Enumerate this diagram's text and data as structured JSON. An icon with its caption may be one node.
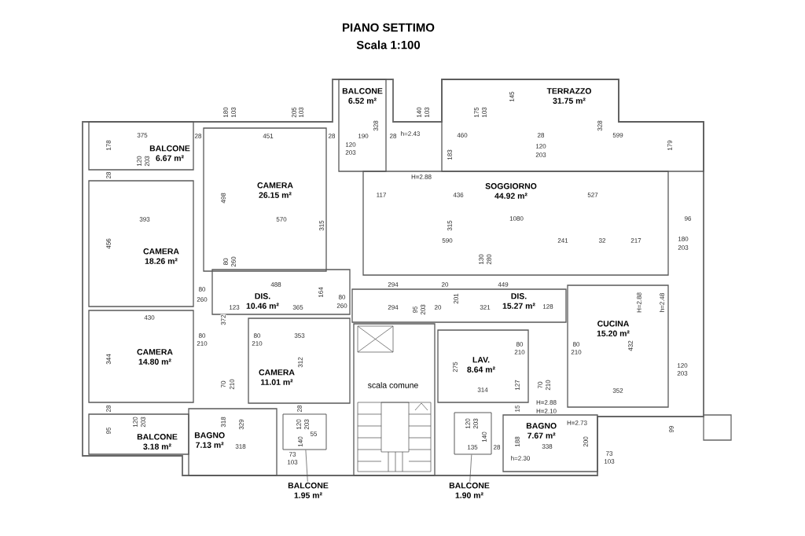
{
  "diagram": {
    "title": "PIANO SETTIMO",
    "nodes": [
      {
        "text": [
          "BALCONE",
          "6.67 m²"
        ]
      },
      {
        "text": [
          "CAMERA",
          "26.15 m²"
        ]
      },
      {
        "text": [
          "BALCONE",
          "6.52 m²"
        ]
      },
      {
        "text": [
          "TERRAZZO",
          "31.75 m²"
        ]
      },
      {
        "text": [
          "SOGGIORNO",
          "44.92 m²"
        ]
      },
      {
        "text": [
          "CAMERA",
          "18.26 m²"
        ]
      },
      {
        "text": [
          "DIS.",
          "10.46 m²"
        ]
      },
      {
        "text": [
          "DIS.",
          "15.27 m²"
        ]
      },
      {
        "text": [
          "CUCINA",
          "15.20 m²"
        ]
      },
      {
        "text": [
          "CAMERA",
          "14.80 m²"
        ]
      },
      {
        "text": [
          "CAMERA",
          "11.01 m²"
        ]
      },
      {
        "text": [
          "LAV.",
          "8.64 m²"
        ]
      },
      {
        "text": [
          "scala comune"
        ]
      },
      {
        "text": [
          "BALCONE",
          "3.18 m²"
        ]
      },
      {
        "text": [
          "BAGNO",
          "7.13 m²"
        ]
      },
      {
        "text": [
          "BAGNO",
          "7.67 m²"
        ]
      },
      {
        "text": [
          "BALCONE",
          "1.95 m²"
        ]
      },
      {
        "text": [],
        "shape": "box"
      },
      {
        "text": [
          "BALCONE",
          "1.90 m²"
        ]
      },
      {
        "text": [],
        "shape": "box"
      }
    ],
    "edges": [
      {
        "from": 16,
        "to": 17,
        "arrow": "none"
      },
      {
        "from": 18,
        "to": 19,
        "arrow": "none"
      }
    ],
    "labels": [
      "Scala 1:100",
      "180",
      "103",
      "205",
      "103",
      "140",
      "103",
      "175",
      "103",
      "145",
      "328",
      "328",
      "375",
      "28",
      "451",
      "28",
      "190",
      "28",
      "h=2.43",
      "460",
      "28",
      "599",
      "178",
      "179",
      "120",
      "203",
      "120",
      "203",
      "183",
      "120",
      "203",
      "28",
      "H=2.88",
      "117",
      "436",
      "527",
      "498",
      "393",
      "570",
      "1080",
      "96",
      "315",
      "315",
      "590",
      "241",
      "32",
      "217",
      "180",
      "203",
      "456",
      "80",
      "260",
      "130",
      "280",
      "488",
      "294",
      "20",
      "449",
      "80",
      "260",
      "80",
      "260",
      "164",
      "201",
      "H=2.88",
      "h=2.48",
      "123",
      "365",
      "294",
      "95",
      "203",
      "20",
      "321",
      "128",
      "430",
      "372",
      "80",
      "210",
      "80",
      "210",
      "353",
      "80",
      "210",
      "80",
      "210",
      "432",
      "344",
      "312",
      "120",
      "203",
      "275",
      "70",
      "210",
      "127",
      "70",
      "210",
      "314",
      "352",
      "H=2.88",
      "H=2.10",
      "28",
      "28",
      "15",
      "120",
      "203",
      "318",
      "329",
      "120",
      "203",
      "120",
      "203",
      "H=2.73",
      "95",
      "55",
      "99",
      "318",
      "140",
      "135",
      "140",
      "28",
      "188",
      "338",
      "200",
      "73",
      "73",
      "h=2.30",
      "103",
      "103"
    ]
  }
}
